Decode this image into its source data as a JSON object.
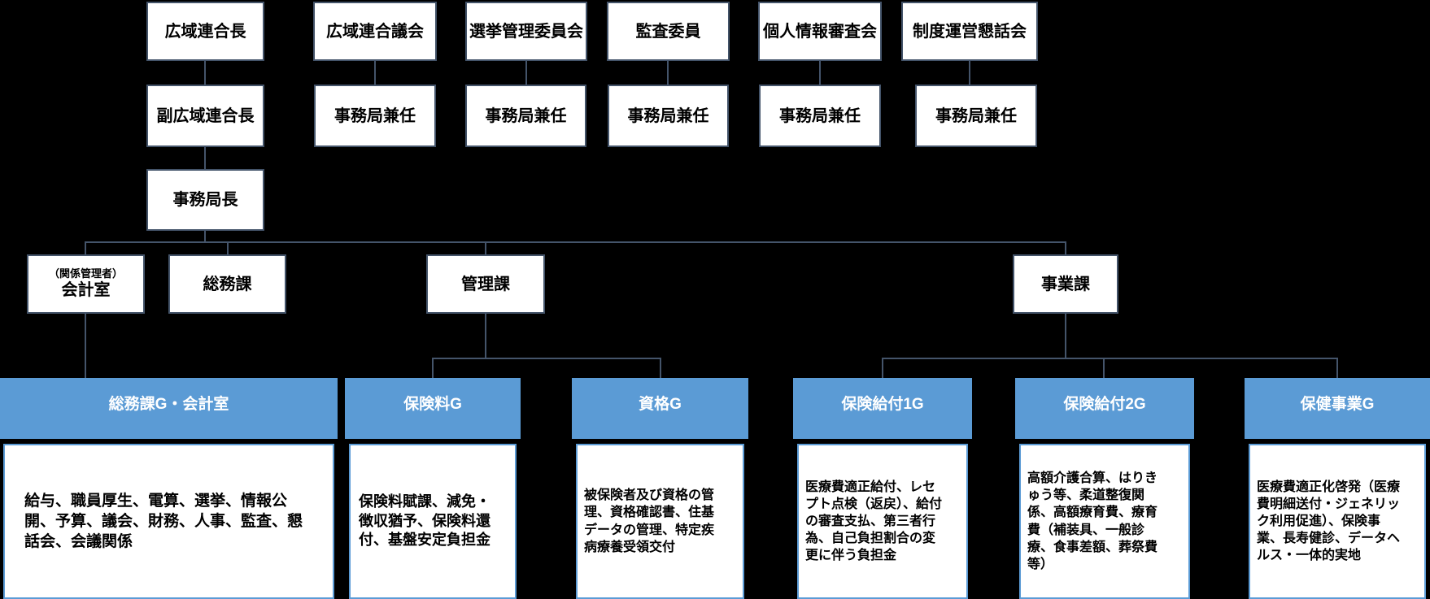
{
  "colors": {
    "background": "#000000",
    "box_border": "#44546A",
    "connector": "#44546A",
    "group_blue": "#5B9BD5",
    "box_background": "#FFFFFF",
    "group_header_text": "#FFFFFF",
    "body_text": "#000000"
  },
  "top_row": {
    "rengocho": "広域連合長",
    "gikai": "広域連合議会",
    "senkyo": "選挙管理委員会",
    "kansa": "監査委員",
    "kojin": "個人情報審査会",
    "seido": "制度運営懇話会"
  },
  "second_row": {
    "fuku_rengocho": "副広域連合長",
    "kennin1": "事務局兼任",
    "kennin2": "事務局兼任",
    "kennin3": "事務局兼任",
    "kennin4": "事務局兼任",
    "kennin5": "事務局兼任"
  },
  "third_row": {
    "jimukyokucho": "事務局長"
  },
  "fourth_row": {
    "kaikei_note": "（関係管理者）",
    "kaikei": "会計室",
    "soumu": "総務課",
    "kanri": "管理課",
    "jigyo": "事業課"
  },
  "groups": [
    {
      "header": "総務課G・会計室",
      "body": "給与、職員厚生、電算、選挙、情報公開、予算、議会、財務、人事、監査、懇話会、会議関係"
    },
    {
      "header": "保険料G",
      "body": "保険料賦課、減免・徴収猶予、保険料還付、基盤安定負担金"
    },
    {
      "header": "資格G",
      "body": "被保険者及び資格の管理、資格確認書、住基データの管理、特定疾病療養受領交付"
    },
    {
      "header": "保険給付1G",
      "body": "医療費適正給付、レセプト点検（返戻）、給付の審査支払、第三者行為、自己負担割合の変更に伴う負担金"
    },
    {
      "header": "保険給付2G",
      "body": "高額介護合算、はりきゅう等、柔道整復関係、高額療育費、療育費（補装具、一般診療、食事差額、葬祭費等）"
    },
    {
      "header": "保健事業G",
      "body": "医療費適正化啓発（医療費明細送付・ジェネリック利用促進）、保険事業、長寿健診、データヘルス・一体的実地"
    }
  ]
}
